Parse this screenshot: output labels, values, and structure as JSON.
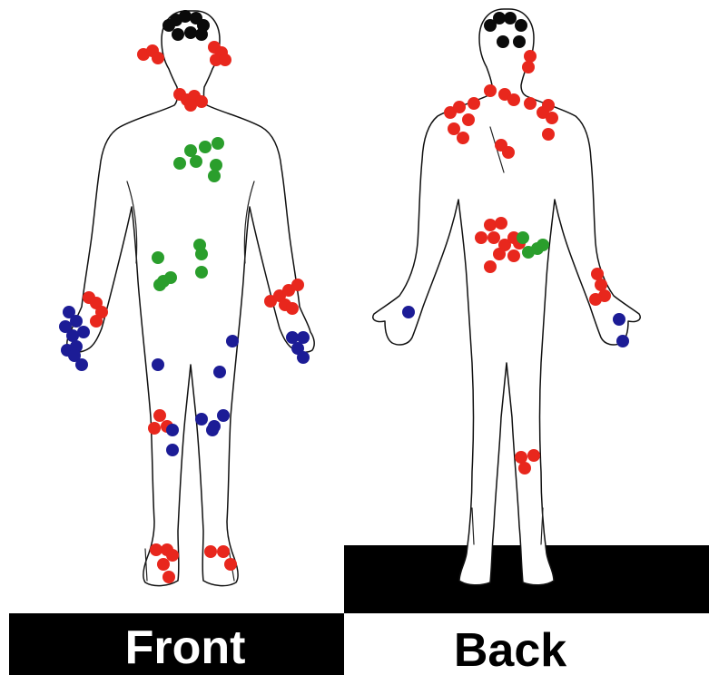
{
  "labels": {
    "front": "Front",
    "back": "Back"
  },
  "colors": {
    "red": "#e8271d",
    "black": "#0a0a0a",
    "green": "#2a9e2c",
    "blue": "#1c1c96",
    "label_front_bg": "#000000",
    "label_front_text": "#ffffff",
    "label_back_bg": "#ffffff",
    "label_back_text": "#000000",
    "back_platform": "#000000"
  },
  "figures": [
    {
      "id": "front",
      "view": "front",
      "points": {
        "black": [
          "head-top-1",
          "head-top-2",
          "head-top-3",
          "head-top-4",
          "head-top-5",
          "head-top-6",
          "head-top-7",
          "head-top-8"
        ],
        "red": [
          "left-ear-1",
          "left-ear-2",
          "left-ear-3",
          "right-ear-1",
          "right-ear-2",
          "right-ear-3",
          "right-ear-4",
          "neck-1",
          "neck-2",
          "neck-3",
          "neck-4",
          "neck-5",
          "right-wrist-1",
          "right-wrist-2",
          "right-wrist-3",
          "right-wrist-4",
          "left-wrist-1",
          "left-wrist-2",
          "left-wrist-3",
          "left-wrist-4",
          "left-wrist-5",
          "left-wrist-6",
          "knee-1",
          "knee-2",
          "knee-3",
          "right-foot-1",
          "right-foot-2",
          "right-foot-3",
          "right-foot-4",
          "right-foot-5",
          "left-foot-1",
          "left-foot-2",
          "left-foot-3"
        ],
        "green": [
          "chest-1",
          "chest-2",
          "chest-3",
          "chest-4",
          "chest-5",
          "chest-6",
          "chest-7",
          "abdomen-1",
          "abdomen-2",
          "abdomen-3",
          "abdomen-4",
          "abdomen-5",
          "abdomen-6",
          "abdomen-7"
        ],
        "blue": [
          "right-hand-1",
          "right-hand-2",
          "right-hand-3",
          "right-hand-4",
          "right-hand-5",
          "right-hand-6",
          "right-hand-7",
          "right-hand-8",
          "right-hand-9",
          "left-hand-1",
          "left-hand-2",
          "left-hand-3",
          "left-hand-4",
          "thigh-1",
          "thigh-2",
          "thigh-3",
          "knee-b-1",
          "knee-b-2",
          "knee-b-3",
          "knee-b-4",
          "knee-b-5",
          "knee-b-6"
        ]
      }
    },
    {
      "id": "back",
      "view": "back",
      "points": {
        "black": [
          "head-1",
          "head-2",
          "head-3",
          "head-4",
          "head-5",
          "head-6"
        ],
        "red": [
          "ear-1",
          "ear-2",
          "shoulder-1",
          "shoulder-2",
          "shoulder-3",
          "shoulder-4",
          "shoulder-5",
          "shoulder-6",
          "shoulder-7",
          "shoulder-8",
          "shoulder-9",
          "shoulder-10",
          "shoulder-11",
          "shoulder-12",
          "shoulder-13",
          "shoulder-14",
          "back-1",
          "back-2",
          "lumbar-1",
          "lumbar-2",
          "lumbar-3",
          "lumbar-4",
          "lumbar-5",
          "lumbar-6",
          "lumbar-7",
          "lumbar-8",
          "lumbar-9",
          "lumbar-10",
          "wrist-1",
          "wrist-2",
          "wrist-3",
          "wrist-4",
          "calf-1",
          "calf-2",
          "calf-3"
        ],
        "green": [
          "lumbar-g-1",
          "lumbar-g-2",
          "lumbar-g-3",
          "lumbar-g-4"
        ],
        "blue": [
          "right-hand-1",
          "left-hand-1",
          "left-hand-2"
        ]
      }
    }
  ]
}
